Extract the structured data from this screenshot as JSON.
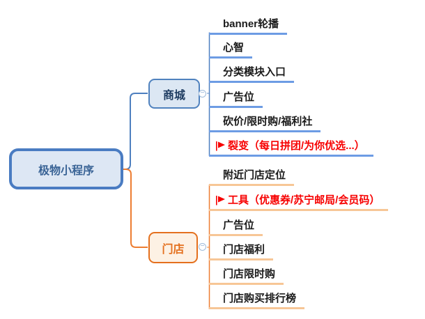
{
  "root": {
    "label": "极物小程序"
  },
  "branches": [
    {
      "label": "商城",
      "children": [
        {
          "label": "banner轮播"
        },
        {
          "label": "心智"
        },
        {
          "label": "分类模块入口"
        },
        {
          "label": "广告位"
        },
        {
          "label": "砍价/限时购/福利社"
        },
        {
          "label": "裂变（每日拼团/为你优选...）",
          "flag": "red-flag-marker",
          "emphasis": "red"
        }
      ]
    },
    {
      "label": "门店",
      "children": [
        {
          "label": "附近门店定位"
        },
        {
          "label": "工具（优惠券/苏宁邮局/会员码）",
          "flag": "red-flag-marker",
          "emphasis": "red"
        },
        {
          "label": "广告位"
        },
        {
          "label": "门店福利"
        },
        {
          "label": "门店限时购"
        },
        {
          "label": "门店购买排行榜"
        }
      ]
    }
  ],
  "collapse_toggle": {
    "symbol": "−",
    "state": "expanded"
  },
  "icons": {
    "flag": "red-flag-marker",
    "collapse": "minus-circle-icon"
  },
  "colors": {
    "root_border": "#4a7cc2",
    "root_fill": "#dde7f4",
    "root_text": "#3a6496",
    "mall_border": "#5082be",
    "mall_fill": "#dce7f3",
    "mall_text": "#1e3c61",
    "mall_connector": "#4d7fbf",
    "mall_underline": "#6d9ce4",
    "store_border": "#e4701e",
    "store_fill": "#fdf1e4",
    "store_text": "#e4701e",
    "store_connector": "#ed7d31",
    "store_underline": "#f7c696",
    "flag_red": "#f70000",
    "child_text": "#1a1a1a"
  }
}
